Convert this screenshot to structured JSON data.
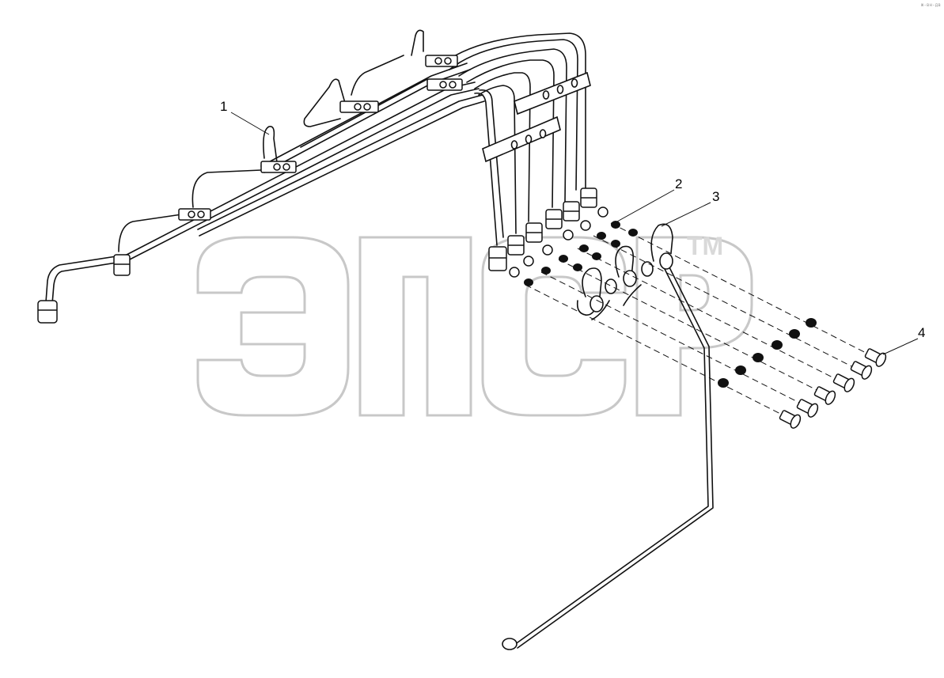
{
  "diagram": {
    "part_labels": [
      "1",
      "2",
      "3",
      "4"
    ],
    "watermark": {
      "text": "ЭПСР",
      "trademark": "TM"
    },
    "corner_note": "ж-вн-дв",
    "colors": {
      "line": "#111111",
      "watermark": "#c8c8c8",
      "fill": "#ffffff"
    }
  }
}
